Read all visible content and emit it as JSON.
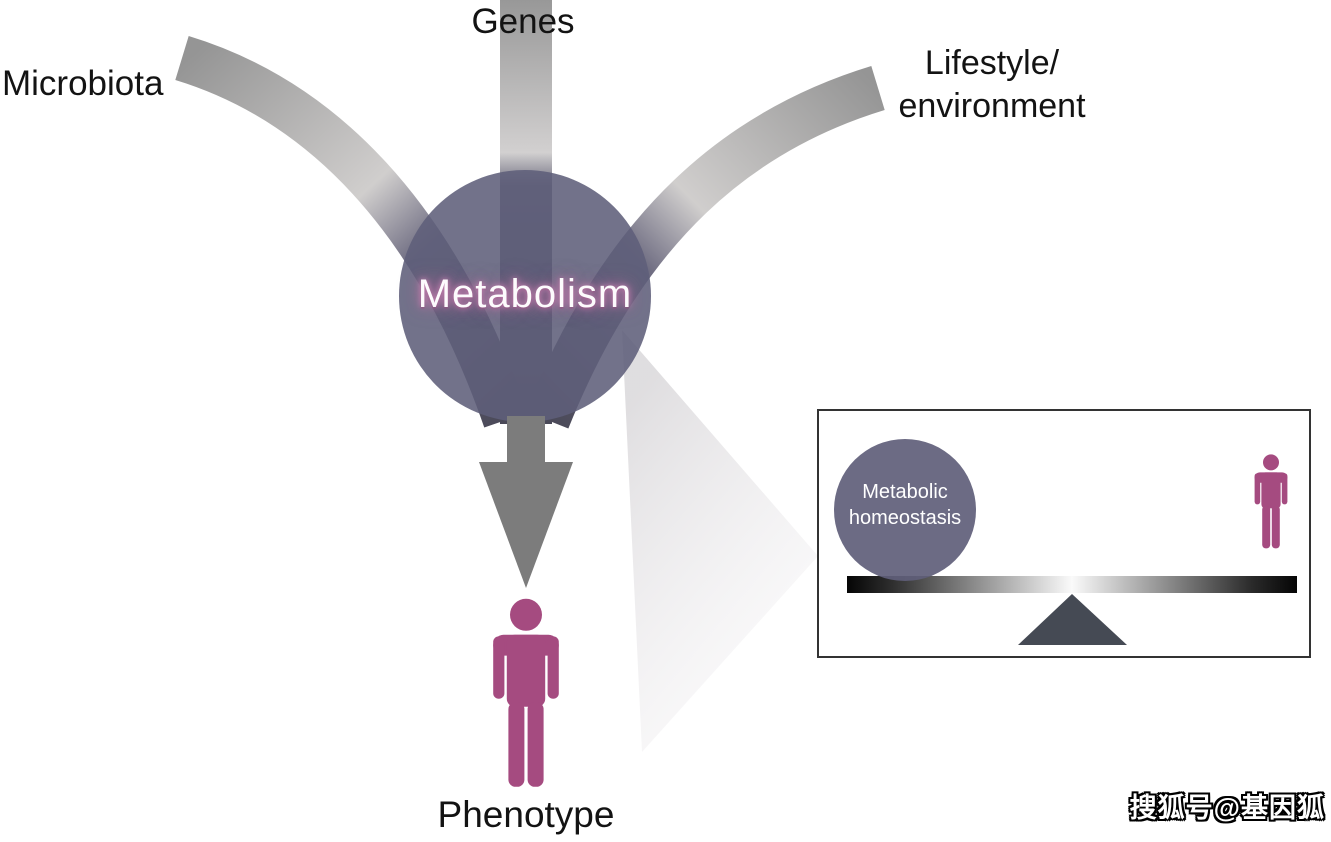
{
  "diagram": {
    "inputs": {
      "genes": "Genes",
      "microbiota": "Microbiota",
      "lifestyle_line1": "Lifestyle/",
      "lifestyle_line2": "environment"
    },
    "hub": "Metabolism",
    "output": "Phenotype",
    "callout": {
      "label_line1": "Metabolic",
      "label_line2": "homeostasis"
    },
    "watermark": "搜狐号@基因狐"
  },
  "colors": {
    "hub_circle": "#5f5e7a",
    "person": "#a54b80",
    "arrow": "#7c7c7c",
    "fulcrum": "#454a54",
    "glow": "#c77fb0",
    "band_gray": "#9a9a9a",
    "box_border": "#333333"
  }
}
